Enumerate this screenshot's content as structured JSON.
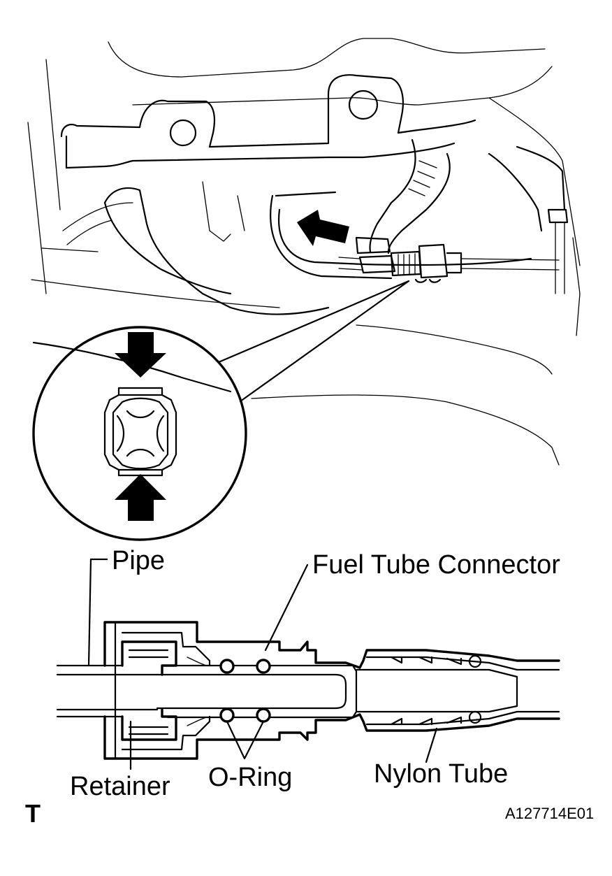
{
  "labels": {
    "pipe": "Pipe",
    "fuel_tube_connector": "Fuel Tube Connector",
    "retainer": "Retainer",
    "o_ring": "O-Ring",
    "nylon_tube": "Nylon Tube",
    "view_marker": "T",
    "figure_code": "A127714E01"
  }
}
